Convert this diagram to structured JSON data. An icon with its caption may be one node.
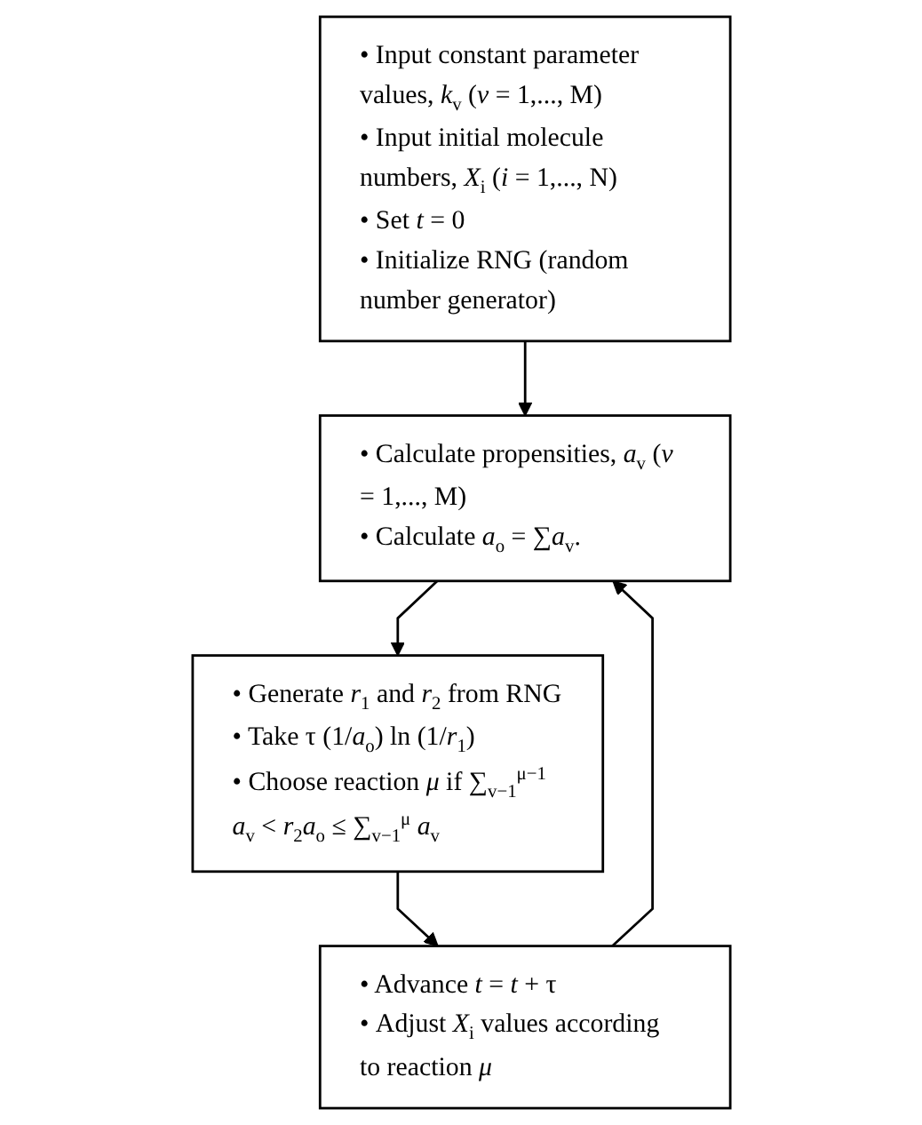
{
  "diagram": {
    "nodes": [
      {
        "text": [
          "• Input constant parameter values, *k*$_{v}$ (*v* = 1,..., M)",
          "• Input initial molecule numbers, *X*$_{i}$ (*i* = 1,..., N)",
          "• Set *t* = 0",
          "• Initialize RNG (random number generator)"
        ]
      },
      {
        "text": [
          "• Calculate propensities, *a*$_{v}$ (*v* = 1,..., M)",
          "• Calculate *a*$_{o}$ = ∑*a*$_{v}$."
        ]
      },
      {
        "text": [
          "• Generate *r*$_{1}$ and *r*$_{2}$ from RNG",
          "• Take τ (1/*a*$_{o}$) ln (1/*r*$_{1}$)",
          "• Choose reaction *μ* if ∑$_{v−1}$$^{μ−1}$ *a*$_{v}$ < *r*$_{2}$*a*$_{o}$ ≤ ∑$_{v−1}$$^{μ}$ *a*$_{v}$"
        ]
      },
      {
        "text": [
          "• Advance *t* = *t* + τ",
          "• Adjust *X*$_{i}$ values according to reaction *μ*"
        ]
      }
    ],
    "edges": [
      {
        "from": 0,
        "to": 1,
        "arrow": "to"
      },
      {
        "from": 1,
        "to": 2,
        "arrow": "to"
      },
      {
        "from": 2,
        "to": 3,
        "arrow": "to"
      },
      {
        "from": 3,
        "to": 1,
        "arrow": "to"
      }
    ]
  }
}
